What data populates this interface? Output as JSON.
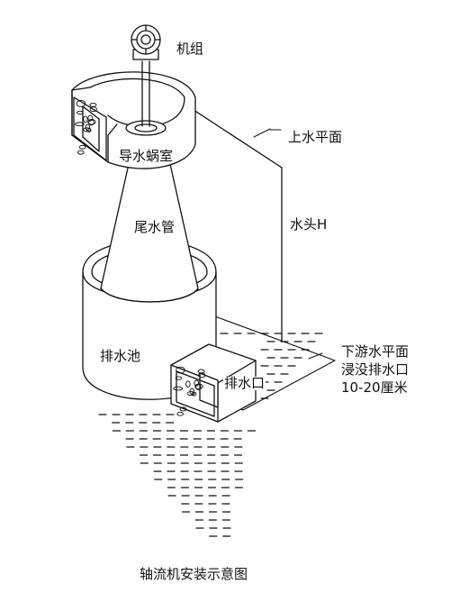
{
  "labels": {
    "unit": "机组",
    "volute": "导水蜗室",
    "draft_tube": "尾水管",
    "upper_water": "上水平面",
    "head": "水头H",
    "lower_water": "下游水平面",
    "submerge": "浸没排水口",
    "depth": "10-20厘米",
    "pool": "排水池",
    "outlet": "排水口"
  },
  "caption": "轴流机安装示意图",
  "colors": {
    "stroke": "#111111",
    "background": "#ffffff"
  }
}
